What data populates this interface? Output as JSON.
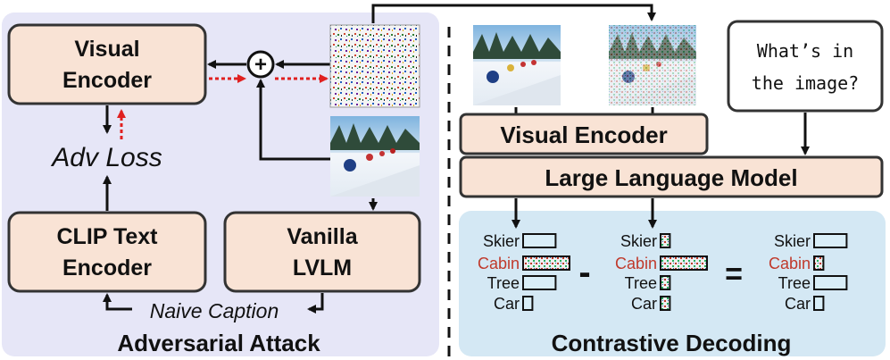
{
  "left_panel": {
    "title": "Adversarial Attack",
    "visual_encoder": [
      "Visual",
      "Encoder"
    ],
    "adv_loss": "Adv Loss",
    "clip_text_encoder": [
      "CLIP Text",
      "Encoder"
    ],
    "vanilla_lvlm": [
      "Vanilla",
      "LVLM"
    ],
    "naive_caption": "Naive Caption",
    "plus_symbol": "+"
  },
  "right_panel": {
    "title": "Contrastive Decoding",
    "visual_encoder": "Visual Encoder",
    "llm": "Large Language Model",
    "query": [
      "What’s in",
      "the image?"
    ],
    "minus": "-",
    "equals": "="
  },
  "token_lists": [
    {
      "labels": [
        "Skier",
        "Cabin",
        "Tree",
        "Car"
      ],
      "values": [
        0.7,
        1.0,
        0.7,
        0.2
      ],
      "highlight": "Cabin"
    },
    {
      "labels": [
        "Skier",
        "Cabin",
        "Tree",
        "Car"
      ],
      "values": [
        0.2,
        1.0,
        0.2,
        0.2
      ],
      "highlight": "Cabin"
    },
    {
      "labels": [
        "Skier",
        "Cabin",
        "Tree",
        "Car"
      ],
      "values": [
        0.7,
        0.2,
        0.7,
        0.2
      ],
      "highlight": "Cabin"
    }
  ],
  "colors": {
    "left_bg": "#e6e6f7",
    "right_bg": "#d4e8f4",
    "box_fill": "#f9e3d5",
    "bar_fill": "#d9eef8",
    "highlight_text": "#c0392b",
    "grad_arrow": "#e02020"
  }
}
